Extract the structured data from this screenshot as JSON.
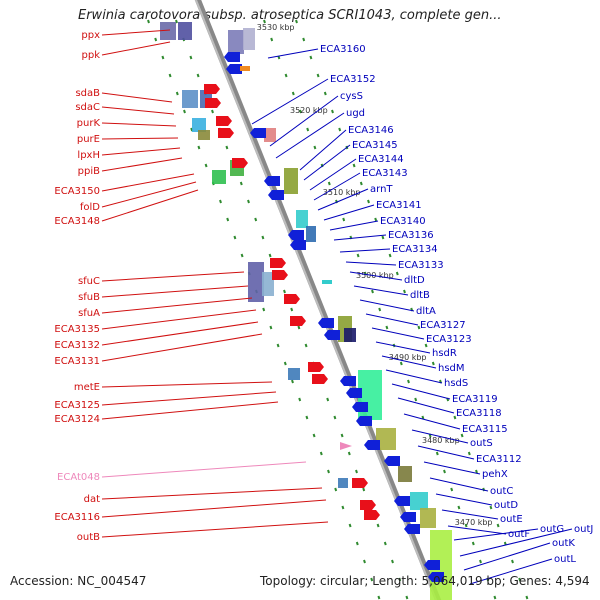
{
  "title": "Erwinia carotovora subsp. atroseptica SCRI1043, complete gen...",
  "footer": {
    "accession_label": "Accession:",
    "accession": "NC_004547",
    "topology_label": "Topology:",
    "topology": "circular",
    "length_label": "Length:",
    "length": "5,064,019 bp",
    "genes_label": "Genes:",
    "genes": "4,594"
  },
  "colors": {
    "forward_label": "#d01010",
    "reverse_label": "#0000bb",
    "rna_label": "#ee88bb",
    "backbone": "#888888",
    "tick": "#2f8a2f"
  },
  "kbp_markers": [
    "3530 kbp",
    "3520 kbp",
    "3510 kbp",
    "3500 kbp",
    "3490 kbp",
    "3480 kbp",
    "3470 kbp"
  ],
  "left_labels": [
    "ppx",
    "ppk",
    "sdaB",
    "sdaC",
    "purK",
    "purE",
    "lpxH",
    "ppiB",
    "ECA3150",
    "folD",
    "ECA3148",
    "sfuC",
    "sfuB",
    "sfuA",
    "ECA3135",
    "ECA3132",
    "ECA3131",
    "metE",
    "ECA3125",
    "ECA3124",
    "ECAt048",
    "dat",
    "ECA3116",
    "outB"
  ],
  "right_labels": [
    "ECA3160",
    "ECA3152",
    "cysS",
    "ugd",
    "ECA3146",
    "ECA3145",
    "ECA3144",
    "ECA3143",
    "arnT",
    "ECA3141",
    "ECA3140",
    "ECA3136",
    "ECA3134",
    "ECA3133",
    "dltD",
    "dltB",
    "dltA",
    "ECA3127",
    "ECA3123",
    "hsdR",
    "hsdM",
    "hsdS",
    "ECA3119",
    "ECA3118",
    "ECA3115",
    "outS",
    "ECA3112",
    "pehX",
    "outC",
    "outD",
    "outE",
    "outF",
    "outG",
    "outJ",
    "outK",
    "outL"
  ]
}
